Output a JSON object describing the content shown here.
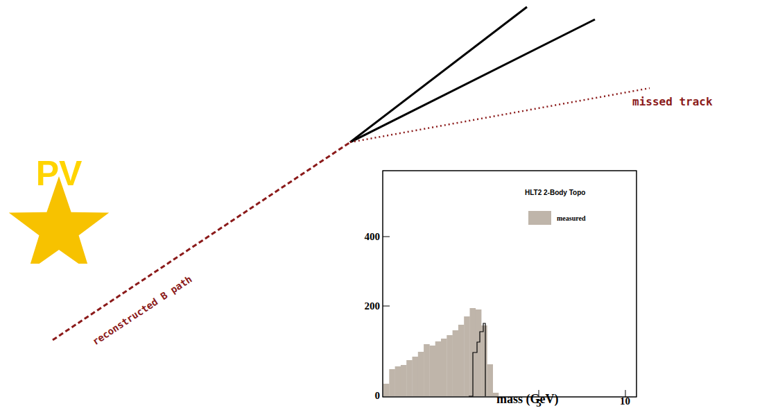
{
  "diagram": {
    "nodes": [
      {
        "text": [
          "PV"
        ]
      }
    ],
    "labels": [
      "reconstructed B path",
      "missed track",
      "HLT2 2-Body Topo",
      "400",
      "200",
      "0",
      "5",
      "10",
      "mass (GeV)"
    ],
    "legend": [
      {
        "text": "measured",
        "color": "#bfb5aa"
      }
    ]
  }
}
